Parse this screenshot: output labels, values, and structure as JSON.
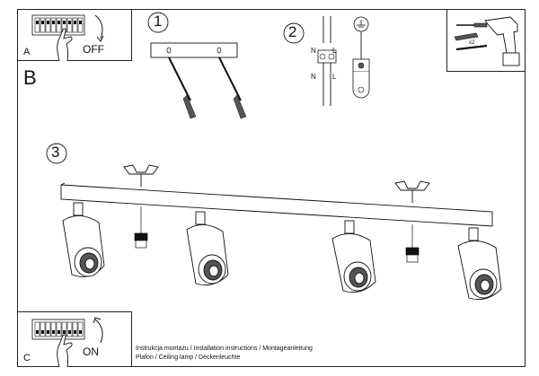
{
  "panel_a": {
    "letter": "A",
    "action": "OFF"
  },
  "panel_b": {
    "letter": "B"
  },
  "panel_c": {
    "letter": "C",
    "action": "ON"
  },
  "steps": {
    "one": "1",
    "two": "2",
    "three": "3"
  },
  "wiring": {
    "n_top": "N",
    "l_top": "L",
    "n_bottom": "N",
    "l_bottom": "L",
    "multiplier": "x2"
  },
  "captions": {
    "line1": "Instrukcja montażu / Installation instructions / Montageanleitung",
    "line2": "Plafon / Ceiling lamp / Deckenleuchte"
  },
  "colors": {
    "ink": "#111111",
    "shade": "#555555",
    "fill": "#ffffff"
  },
  "icons": [
    "breaker-panel-icon",
    "hand-icon",
    "rotate-arrow-icon",
    "drill-icon",
    "ground-symbol-icon",
    "terminal-block-icon"
  ]
}
